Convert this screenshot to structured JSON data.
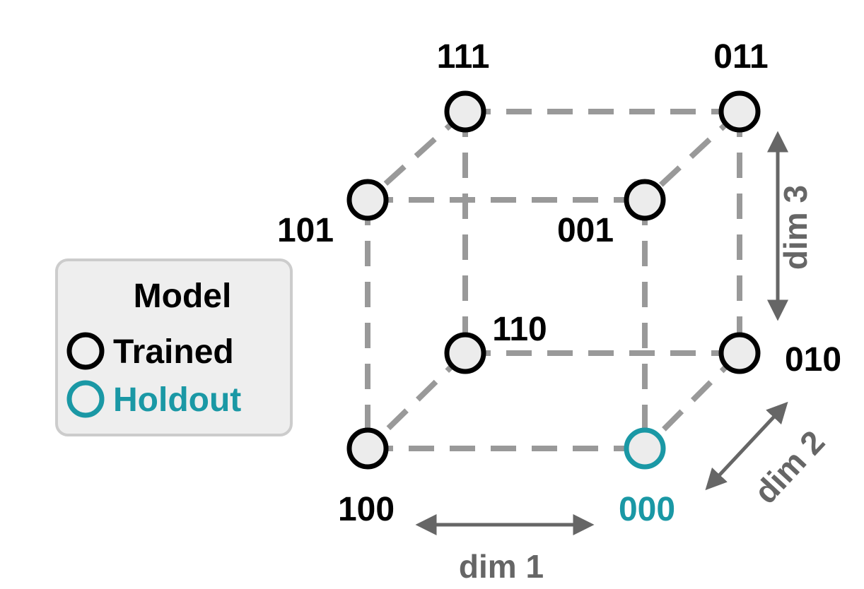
{
  "colors": {
    "trained": "#000000",
    "holdout": "#1a98a5",
    "edge": "#999999",
    "arrow": "#666666",
    "node_fill": "#ececec",
    "legend_bg": "#eeeeee",
    "legend_border": "#cccccc"
  },
  "nodes": [
    {
      "id": "111",
      "label": "111",
      "type": "trained"
    },
    {
      "id": "011",
      "label": "011",
      "type": "trained"
    },
    {
      "id": "101",
      "label": "101",
      "type": "trained"
    },
    {
      "id": "001",
      "label": "001",
      "type": "trained"
    },
    {
      "id": "110",
      "label": "110",
      "type": "trained"
    },
    {
      "id": "010",
      "label": "010",
      "type": "trained"
    },
    {
      "id": "100",
      "label": "100",
      "type": "trained"
    },
    {
      "id": "000",
      "label": "000",
      "type": "holdout"
    }
  ],
  "edges": [
    [
      "111",
      "011"
    ],
    [
      "111",
      "101"
    ],
    [
      "011",
      "001"
    ],
    [
      "101",
      "001"
    ],
    [
      "111",
      "110"
    ],
    [
      "011",
      "010"
    ],
    [
      "101",
      "100"
    ],
    [
      "001",
      "000"
    ],
    [
      "110",
      "010"
    ],
    [
      "110",
      "100"
    ],
    [
      "010",
      "000"
    ],
    [
      "100",
      "000"
    ]
  ],
  "axes": {
    "dim1": "dim 1",
    "dim2": "dim 2",
    "dim3": "dim 3"
  },
  "legend": {
    "title": "Model",
    "trained": "Trained",
    "holdout": "Holdout"
  }
}
